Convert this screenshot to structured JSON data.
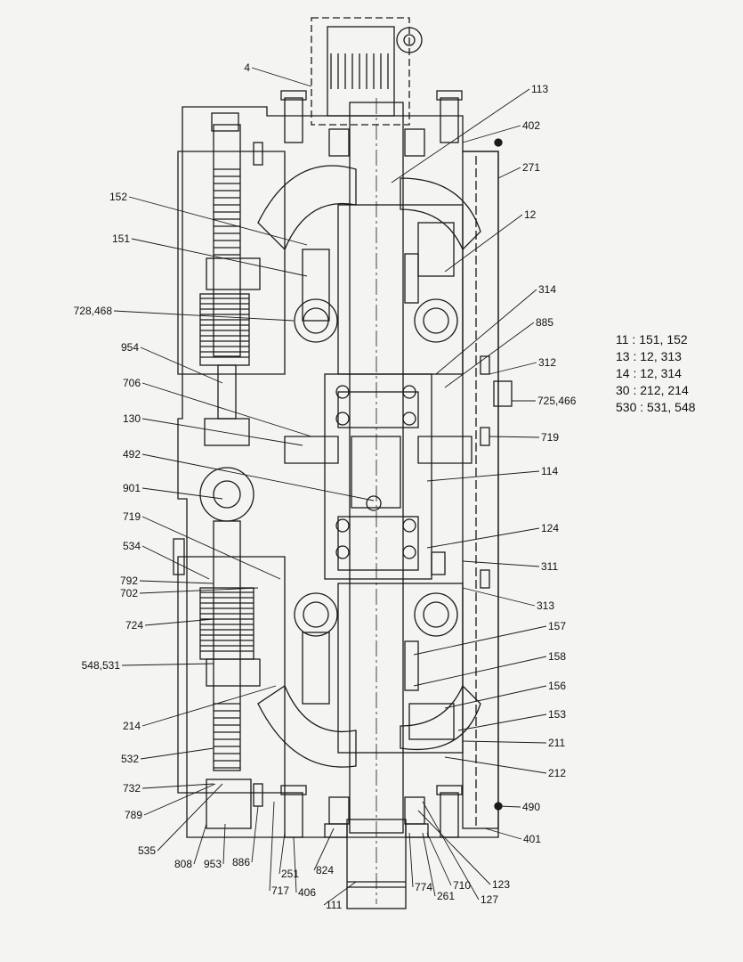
{
  "callouts": [
    "4",
    "113",
    "402",
    "271",
    "152",
    "12",
    "151",
    "314",
    "728,468",
    "885",
    "954",
    "312",
    "706",
    "725,466",
    "130",
    "719",
    "492",
    "114",
    "901",
    "719",
    "124",
    "534",
    "311",
    "792",
    "702",
    "313",
    "724",
    "157",
    "548,531",
    "158",
    "156",
    "214",
    "153",
    "211",
    "532",
    "212",
    "732",
    "490",
    "789",
    "401",
    "535",
    "808",
    "953",
    "886",
    "251",
    "824",
    "774",
    "710",
    "123",
    "717",
    "406",
    "111",
    "261",
    "127"
  ],
  "legend": [
    "11 : 151, 152",
    "13 : 12, 313",
    "14 : 12, 314",
    "30 : 212, 214",
    "530 : 531, 548"
  ]
}
